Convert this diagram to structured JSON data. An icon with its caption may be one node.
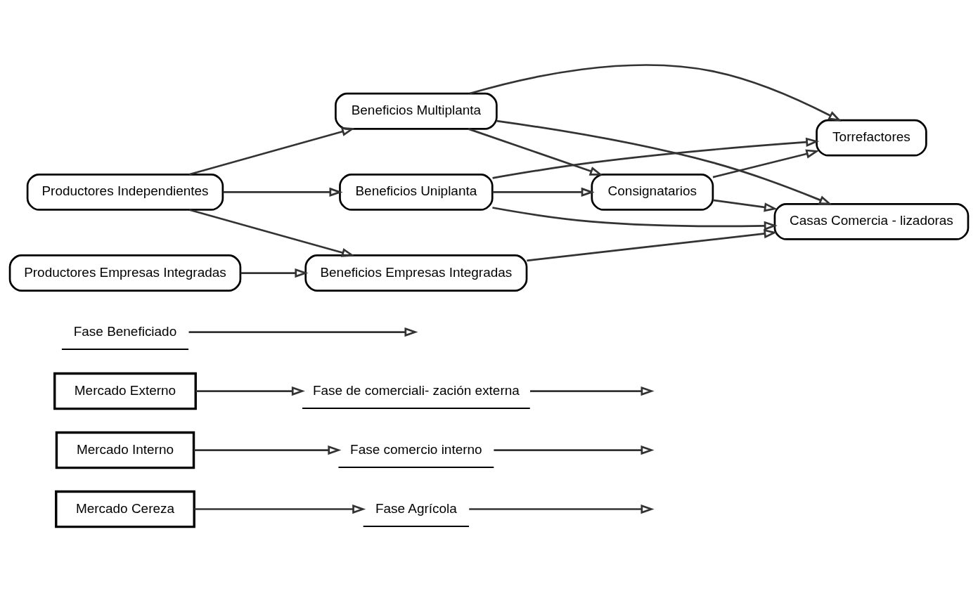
{
  "diagram": {
    "nodes": [
      {
        "text": [
          "Mercado Cereza"
        ]
      },
      {
        "text": [
          "Mercado Interno"
        ]
      },
      {
        "text": [
          "Mercado Externo"
        ]
      },
      {
        "text": [
          "Fase Agrícola"
        ]
      },
      {
        "text": [
          "Fase Beneficiado"
        ]
      },
      {
        "text": [
          "Fase comercio interno"
        ]
      },
      {
        "text": [
          "Fase de comerciali- zación externa"
        ]
      },
      {
        "text": [
          "Productores Independientes"
        ]
      },
      {
        "text": [
          "Productores Empresas Integradas"
        ]
      },
      {
        "text": [
          "Beneficios Uniplanta"
        ]
      },
      {
        "text": [
          "Beneficios Multiplanta"
        ]
      },
      {
        "text": [
          "Beneficios Empresas Integradas"
        ]
      },
      {
        "text": [
          "Consignatarios"
        ]
      },
      {
        "text": [
          "Torrefactores"
        ]
      },
      {
        "text": [
          "Casas Comercia - lizadoras"
        ]
      }
    ],
    "edges": [
      {
        "from": 0,
        "to": 3,
        "arrow": "to"
      },
      {
        "from": 1,
        "to": 5,
        "arrow": "to"
      },
      {
        "from": 2,
        "to": 6,
        "arrow": "to"
      },
      {
        "from": 3,
        "to": null,
        "arrow": "to"
      },
      {
        "from": 4,
        "to": null,
        "arrow": "to"
      },
      {
        "from": 5,
        "to": null,
        "arrow": "to"
      },
      {
        "from": 6,
        "to": null,
        "arrow": "to"
      },
      {
        "from": 7,
        "to": 9,
        "arrow": "to"
      },
      {
        "from": 7,
        "to": 10,
        "arrow": "to"
      },
      {
        "from": 7,
        "to": 11,
        "arrow": "to"
      },
      {
        "from": 8,
        "to": 11,
        "arrow": "to"
      },
      {
        "from": 9,
        "to": 13,
        "arrow": "to"
      },
      {
        "from": 9,
        "to": 14,
        "arrow": "to"
      },
      {
        "from": 9,
        "to": 12,
        "arrow": "to"
      },
      {
        "from": 10,
        "to": 13,
        "arrow": "to"
      },
      {
        "from": 10,
        "to": 14,
        "arrow": "to"
      },
      {
        "from": 10,
        "to": 12,
        "arrow": "to"
      },
      {
        "from": 12,
        "to": 13,
        "arrow": "to"
      },
      {
        "from": 12,
        "to": 14,
        "arrow": "to"
      },
      {
        "from": 11,
        "to": 14,
        "arrow": "to"
      }
    ]
  }
}
